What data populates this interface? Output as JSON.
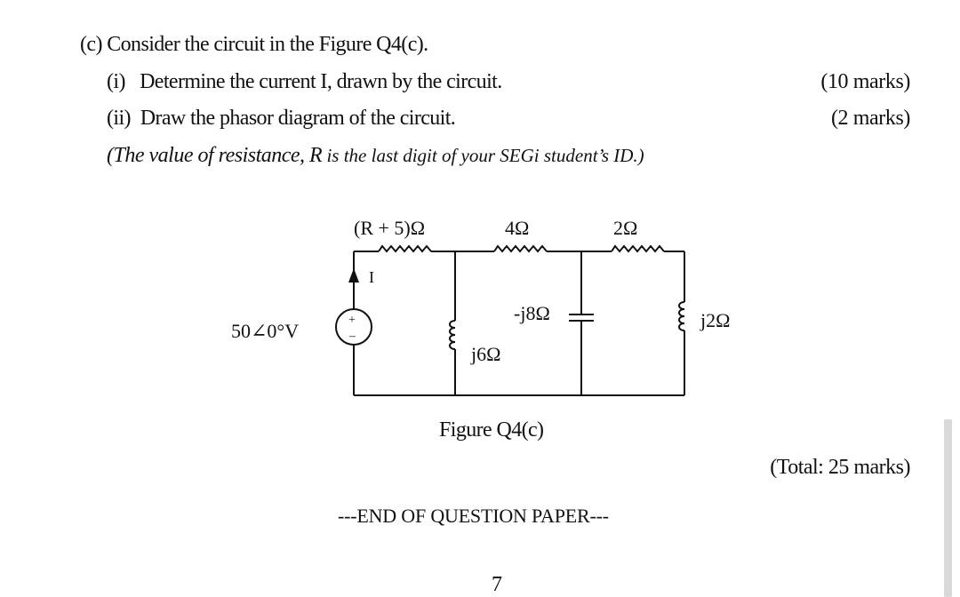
{
  "question": {
    "part_label": "(c)",
    "text": "Consider the circuit in the Figure Q4(c).",
    "sub": [
      {
        "label": "(i)",
        "text": "Determine the current I, drawn by the circuit.",
        "marks": "(10 marks)"
      },
      {
        "label": "(ii)",
        "text": "Draw the phasor diagram of the circuit.",
        "marks": "(2 marks)"
      }
    ],
    "note_lead": "(The value of resistance, R",
    "note_rest": " is the last digit of your SEGi student’s ID.)"
  },
  "circuit": {
    "source_label": "50∠0°V",
    "current_label": "I",
    "r1_label": "(R + 5)Ω",
    "r2_label": "4Ω",
    "r3_label": "2Ω",
    "l1_label": "j6Ω",
    "c1_label": "-j8Ω",
    "l2_label": "j2Ω",
    "plus_sign": "+",
    "minus_sign": "–"
  },
  "figure_caption": "Figure Q4(c)",
  "total": "(Total: 25 marks)",
  "end_text": "---END OF QUESTION PAPER---",
  "page_number": "7"
}
